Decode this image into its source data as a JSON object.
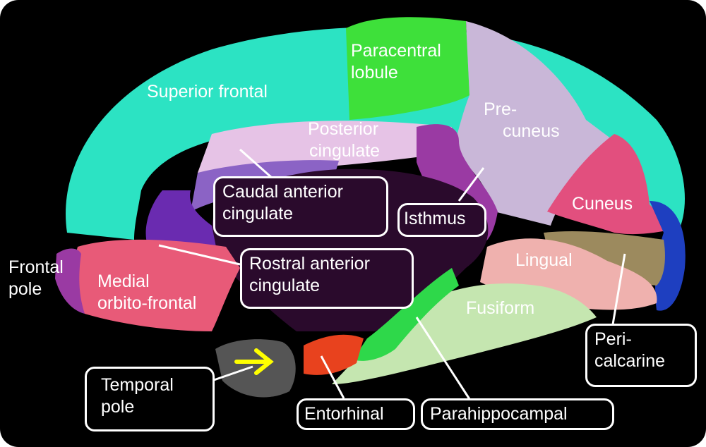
{
  "regions": {
    "superior_frontal": {
      "label": "Superior frontal",
      "color": "#2ce3c3"
    },
    "paracentral": {
      "lines": [
        "Paracentral",
        "lobule"
      ],
      "color": "#3ee03a"
    },
    "precuneus": {
      "lines": [
        "Pre-",
        "cuneus"
      ],
      "color": "#c9b7d8"
    },
    "posterior_cingulate": {
      "lines": [
        "Posterior",
        "cingulate"
      ],
      "color": "#e6c3e6"
    },
    "caudal_anterior_cingulate": {
      "lines": [
        "Caudal anterior",
        "cingulate"
      ],
      "color": "#8b63c5"
    },
    "rostral_anterior_cingulate": {
      "lines": [
        "Rostral anterior",
        "cingulate"
      ],
      "color": "#6a2bb0"
    },
    "isthmus": {
      "label": "Isthmus",
      "color": "#9a3aa3"
    },
    "cuneus": {
      "label": "Cuneus",
      "color": "#e24f7e"
    },
    "lingual": {
      "label": "Lingual",
      "color": "#efb1ae"
    },
    "fusiform": {
      "label": "Fusiform",
      "color": "#c5e6b0"
    },
    "pericalcarine": {
      "lines": [
        "Peri-",
        "calcarine"
      ],
      "color": "#9c8a5e"
    },
    "frontal_pole": {
      "lines": [
        "Frontal",
        "pole"
      ],
      "color": "#9a3aa3"
    },
    "medial_orbitofrontal": {
      "lines": [
        "Medial",
        "orbito-frontal"
      ],
      "color": "#e85a78"
    },
    "temporal_pole": {
      "lines": [
        "Temporal",
        "pole"
      ],
      "color": "#555555"
    },
    "entorhinal": {
      "label": "Entorhinal",
      "color": "#e8421e"
    },
    "parahippocampal": {
      "label": "Parahippocampal",
      "color": "#2ed84a"
    }
  },
  "colors": {
    "background": "#000000",
    "callus": "#2a0a2c",
    "arrow": "#ffff00",
    "occipital_blue": "#1e3fc0"
  }
}
